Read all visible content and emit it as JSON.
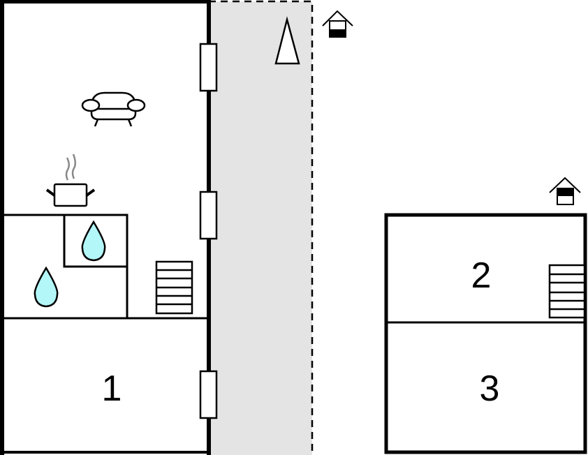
{
  "floor_plan": {
    "rooms": [
      {
        "label": "1"
      },
      {
        "label": "2"
      },
      {
        "label": "3"
      }
    ],
    "icons": [
      "sofa-icon",
      "cooking-pot-icon",
      "shower-icon",
      "bath-icon",
      "stairs-icon",
      "parasol-icon",
      "ground-floor-house-icon",
      "upper-floor-house-icon"
    ],
    "colors": {
      "wall": "#000000",
      "terrace": "#e4e4e4",
      "water": "#b3f7f8",
      "steam": "#888888"
    }
  }
}
